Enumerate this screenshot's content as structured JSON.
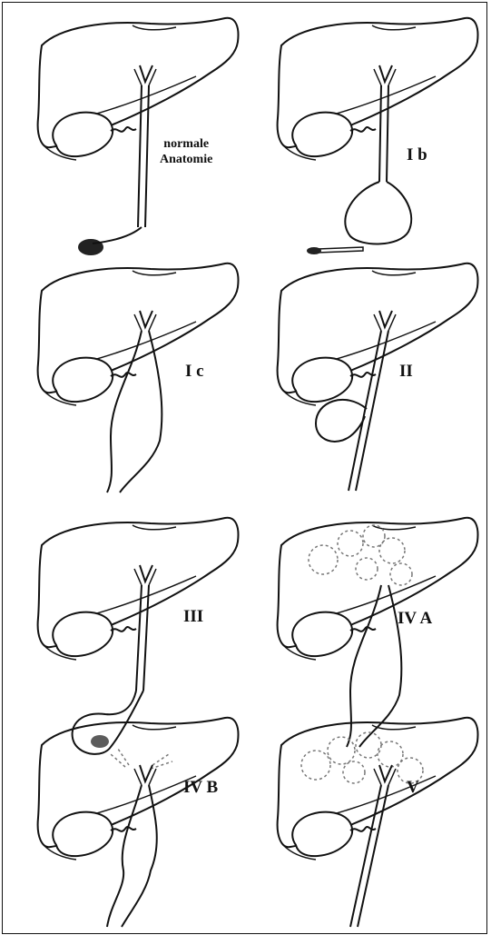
{
  "figure": {
    "panels": [
      {
        "id": "normal",
        "label_line1": "normale",
        "label_line2": "Anatomie"
      },
      {
        "id": "Ib",
        "label": "I b"
      },
      {
        "id": "Ic",
        "label": "I c"
      },
      {
        "id": "II",
        "label": "II"
      },
      {
        "id": "III",
        "label": "III"
      },
      {
        "id": "IVA",
        "label": "IV A"
      },
      {
        "id": "IVB",
        "label": "IV B"
      },
      {
        "id": "V",
        "label": "V"
      }
    ],
    "colors": {
      "line": "#111111",
      "dashed": "#777777",
      "stone": "#222222"
    }
  }
}
